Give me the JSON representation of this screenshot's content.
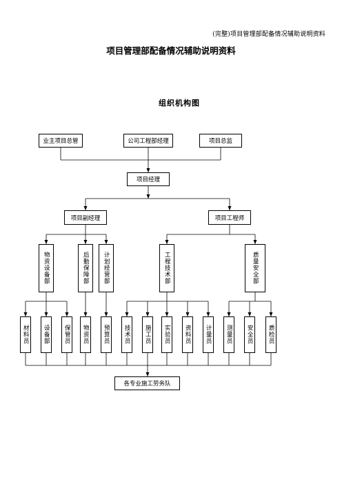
{
  "header": {
    "running_title": "(完整)项目管理部配备情况辅助说明资料"
  },
  "document": {
    "title": "项目管理部配备情况辅助说明资料"
  },
  "chart": {
    "title": "组织机构图",
    "top_row": [
      "业主项目总管",
      "公司工程部经理",
      "项目总监"
    ],
    "manager": "项目经理",
    "deputies": [
      "项目副经理",
      "项目工程师"
    ],
    "departments": [
      "物资设备部",
      "后勤保障部",
      "计划经营部",
      "工程技术部",
      "质量安全部"
    ],
    "staff": [
      "材料员",
      "设备部",
      "保管员",
      "物资员",
      "预算员",
      "技术员",
      "施工员",
      "实验员",
      "资料员",
      "计量员",
      "测量员",
      "安全员",
      "质检员"
    ],
    "bottom": "各专业施工劳务队"
  }
}
